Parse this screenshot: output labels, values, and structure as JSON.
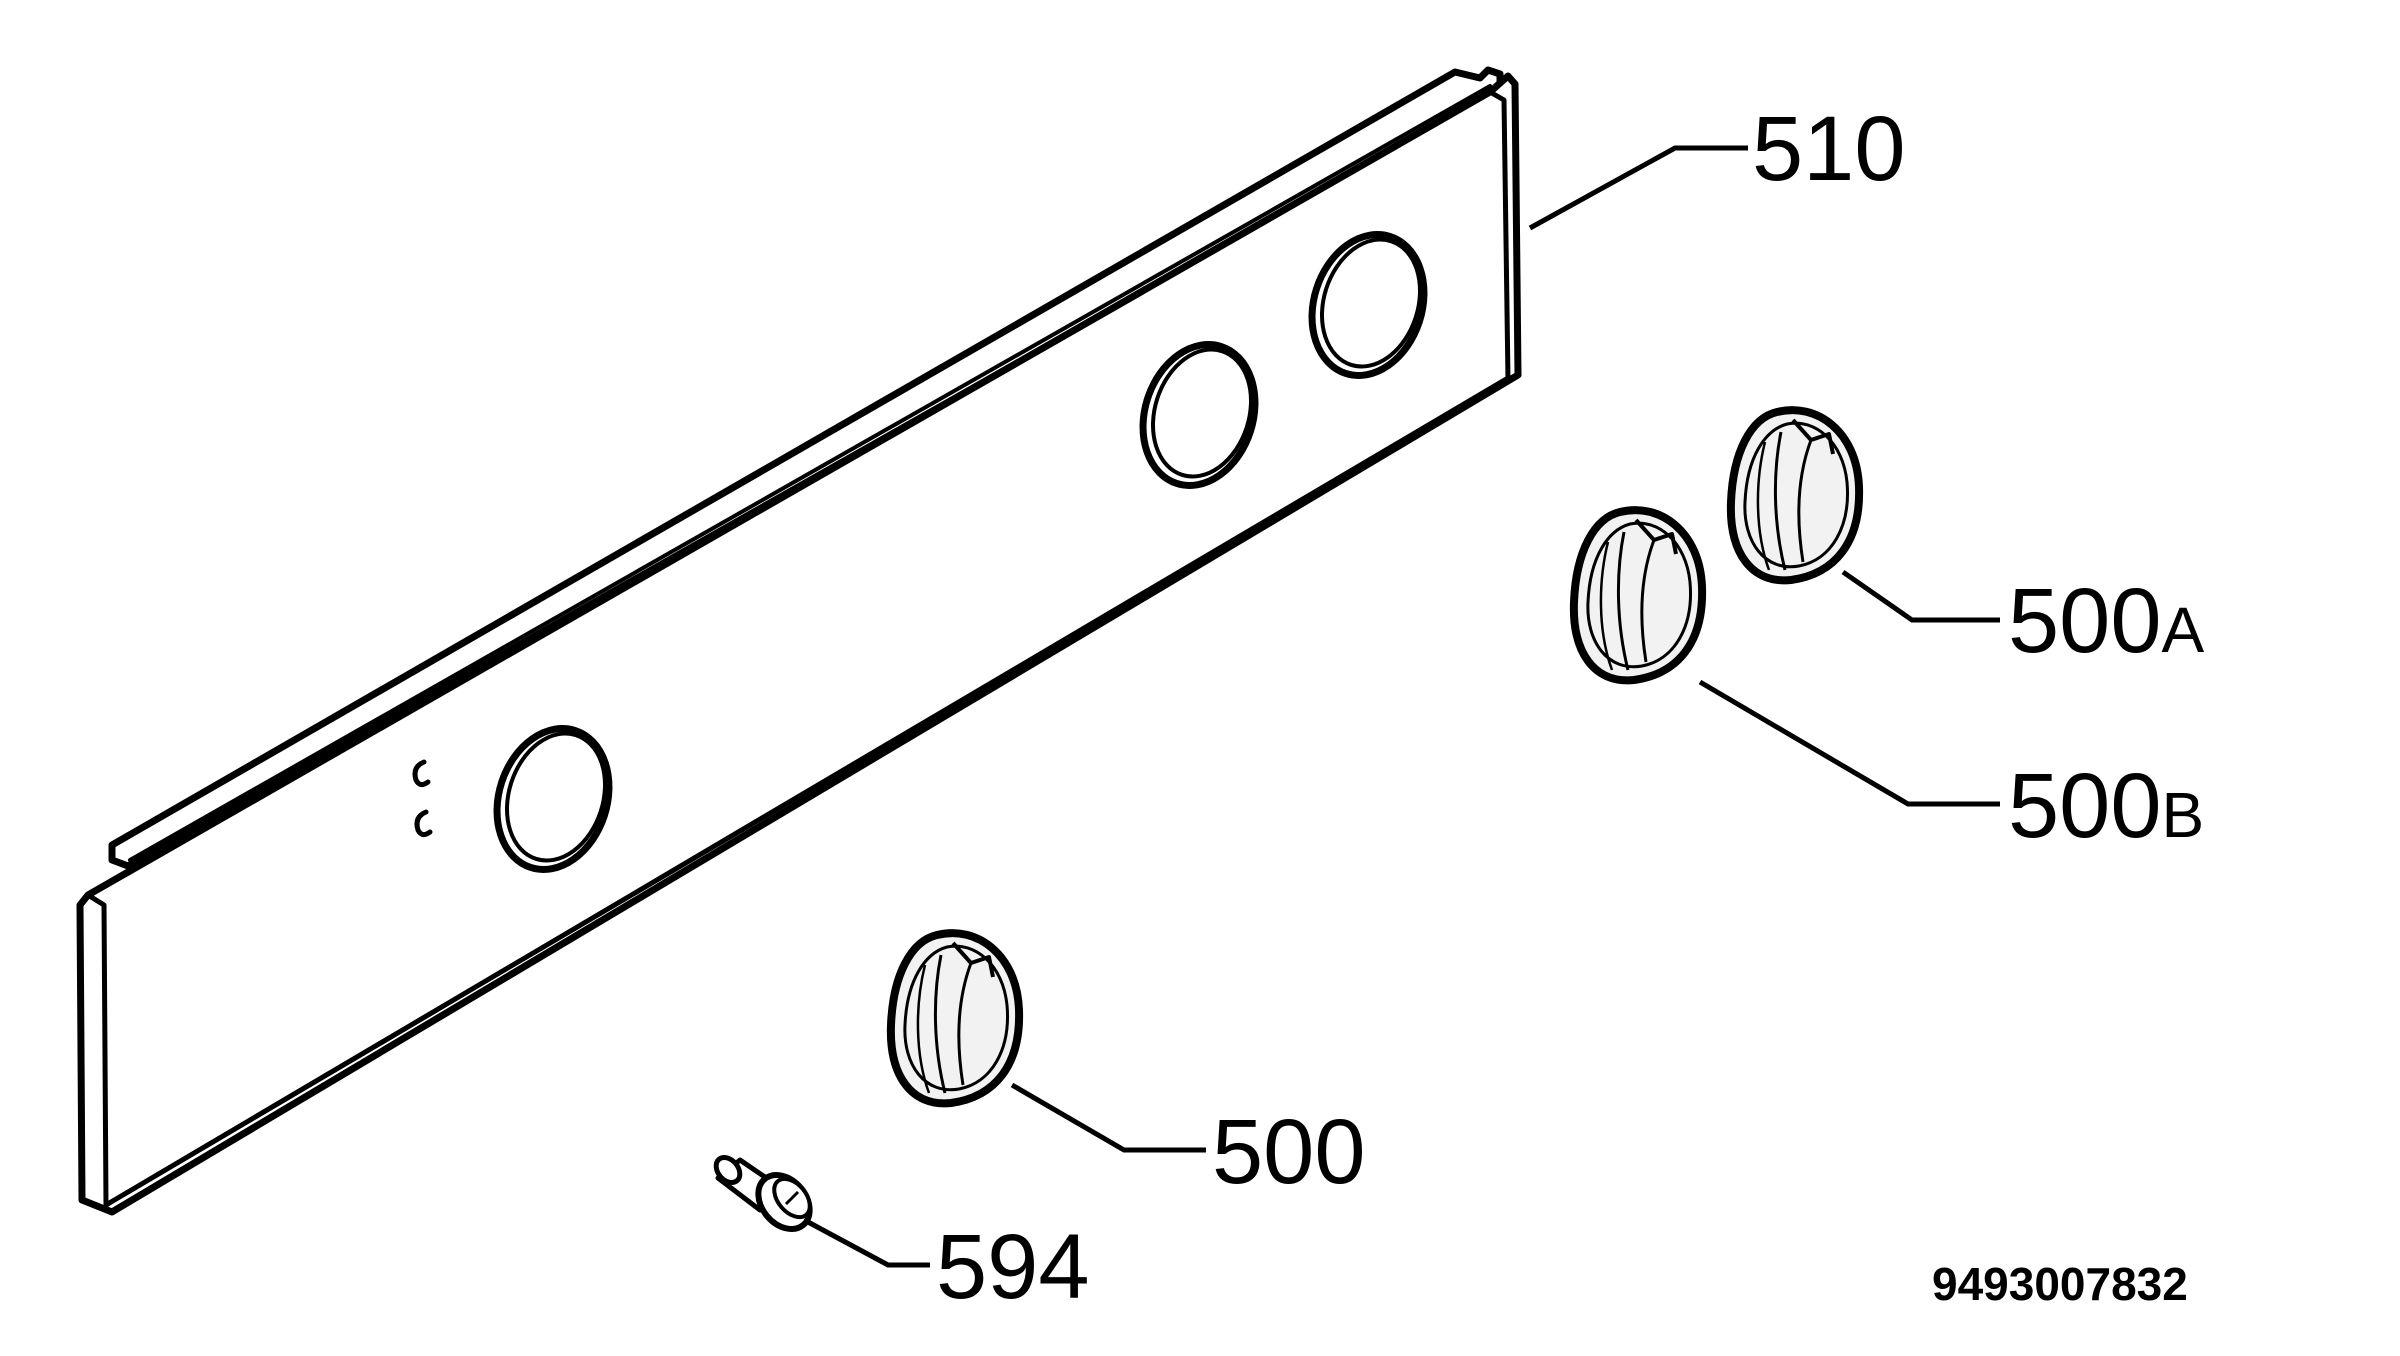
{
  "colors": {
    "background": "#ffffff",
    "line": "#000000",
    "knob_shade": "#f2f2f2"
  },
  "parts": {
    "panel": {
      "number": "510",
      "suffix": ""
    },
    "knob_a": {
      "number": "500",
      "suffix": "A"
    },
    "knob_b": {
      "number": "500",
      "suffix": "B"
    },
    "knob": {
      "number": "500",
      "suffix": ""
    },
    "screw": {
      "number": "594",
      "suffix": ""
    }
  },
  "document_number": "9493007832"
}
